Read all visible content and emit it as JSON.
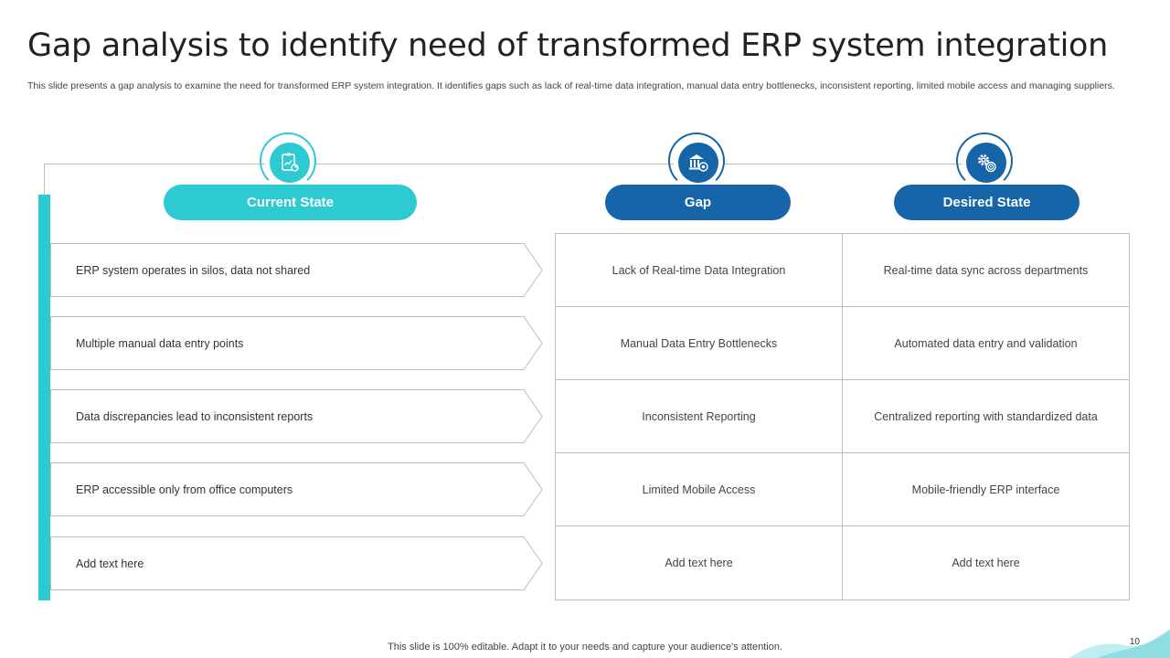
{
  "slide": {
    "title": "Gap analysis to identify need of transformed ERP system integration",
    "subtitle": "This slide presents a gap analysis to examine the need for transformed ERP system integration. It identifies gaps such as lack of real-time data integration, manual data entry bottlenecks, inconsistent reporting, limited mobile access and managing suppliers.",
    "footer": "This slide is 100% editable. Adapt it to your needs and capture your audience's attention.",
    "page_number": "10"
  },
  "colors": {
    "teal": "#2ecad1",
    "blue": "#1565a8",
    "border": "#bdbdbd"
  },
  "headers": {
    "current": {
      "label": "Current State",
      "icon": "chart-report-icon"
    },
    "gap": {
      "label": "Gap",
      "icon": "bank-target-icon"
    },
    "desired": {
      "label": "Desired State",
      "icon": "gear-target-icon"
    }
  },
  "current_state": [
    "ERP system operates in silos, data not shared",
    "Multiple manual data entry points",
    "Data discrepancies lead to inconsistent reports",
    "ERP accessible only from office computers",
    "Add text here"
  ],
  "gap": [
    "Lack of Real-time Data Integration",
    "Manual Data Entry Bottlenecks",
    "Inconsistent Reporting",
    "Limited Mobile Access",
    "Add text here"
  ],
  "desired_state": [
    "Real-time data sync across departments",
    "Automated data entry and validation",
    "Centralized reporting with standardized data",
    "Mobile-friendly ERP interface",
    "Add text here"
  ]
}
